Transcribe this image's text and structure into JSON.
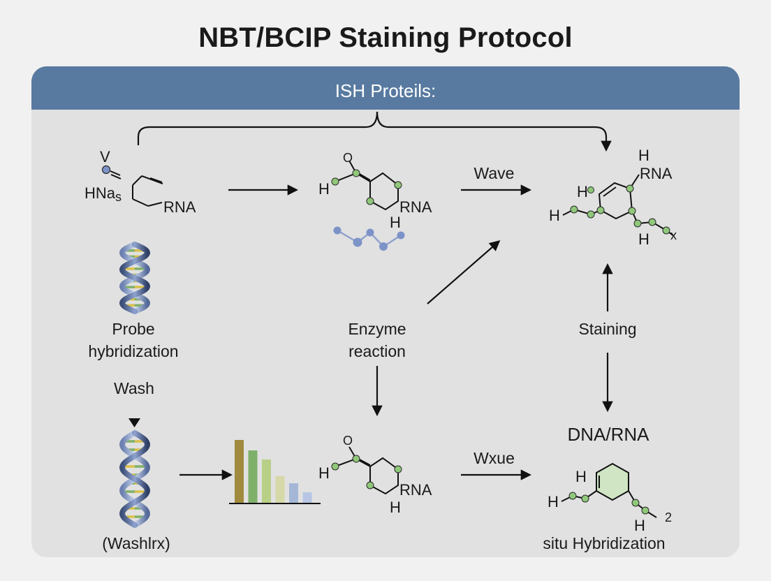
{
  "title": "NBT/BCIP Staining Protocol",
  "banner": "ISH Proteils:",
  "steps": {
    "probe": "Probe\nhybridization",
    "wash": "Wash",
    "enzyme": "Enzyme\nreaction",
    "staining": "Staining",
    "dna_rna": "DNA/RNA",
    "washlrx": "(Washlrx)",
    "situ": "situ Hybridization"
  },
  "arrow_labels": {
    "wave": "Wave",
    "wxue": "Wxue"
  },
  "molecules": {
    "m1": {
      "top": "V",
      "left": "HNa",
      "sub": "s",
      "right": "RNA"
    },
    "m2": {
      "o": "O",
      "h_left": "H",
      "rna": "RNA",
      "h_bottom": "H"
    },
    "m3": {
      "h_top": "H",
      "rna": "RNA",
      "h_left1": "H",
      "h_left2": "H",
      "h_bottom": "H",
      "x": "x"
    },
    "m4": {
      "o": "O",
      "h_left": "H",
      "rna": "RNA",
      "h_bottom": "H"
    },
    "m5": {
      "h_top": "H",
      "h_left": "H",
      "h_bottom": "H",
      "sup": "2"
    }
  },
  "colors": {
    "banner": "#587aa0",
    "node_green": "#8fc87a",
    "node_blue": "#7c93c8",
    "ring_fill": "#cfe5c4"
  },
  "bars": [
    {
      "value": 90,
      "color": "#a08a3e"
    },
    {
      "value": 75,
      "color": "#7fb06a"
    },
    {
      "value": 62,
      "color": "#b8cf88"
    },
    {
      "value": 38,
      "color": "#d6d8a8"
    },
    {
      "value": 28,
      "color": "#a4b7d6"
    },
    {
      "value": 15,
      "color": "#b6c6e4"
    }
  ]
}
